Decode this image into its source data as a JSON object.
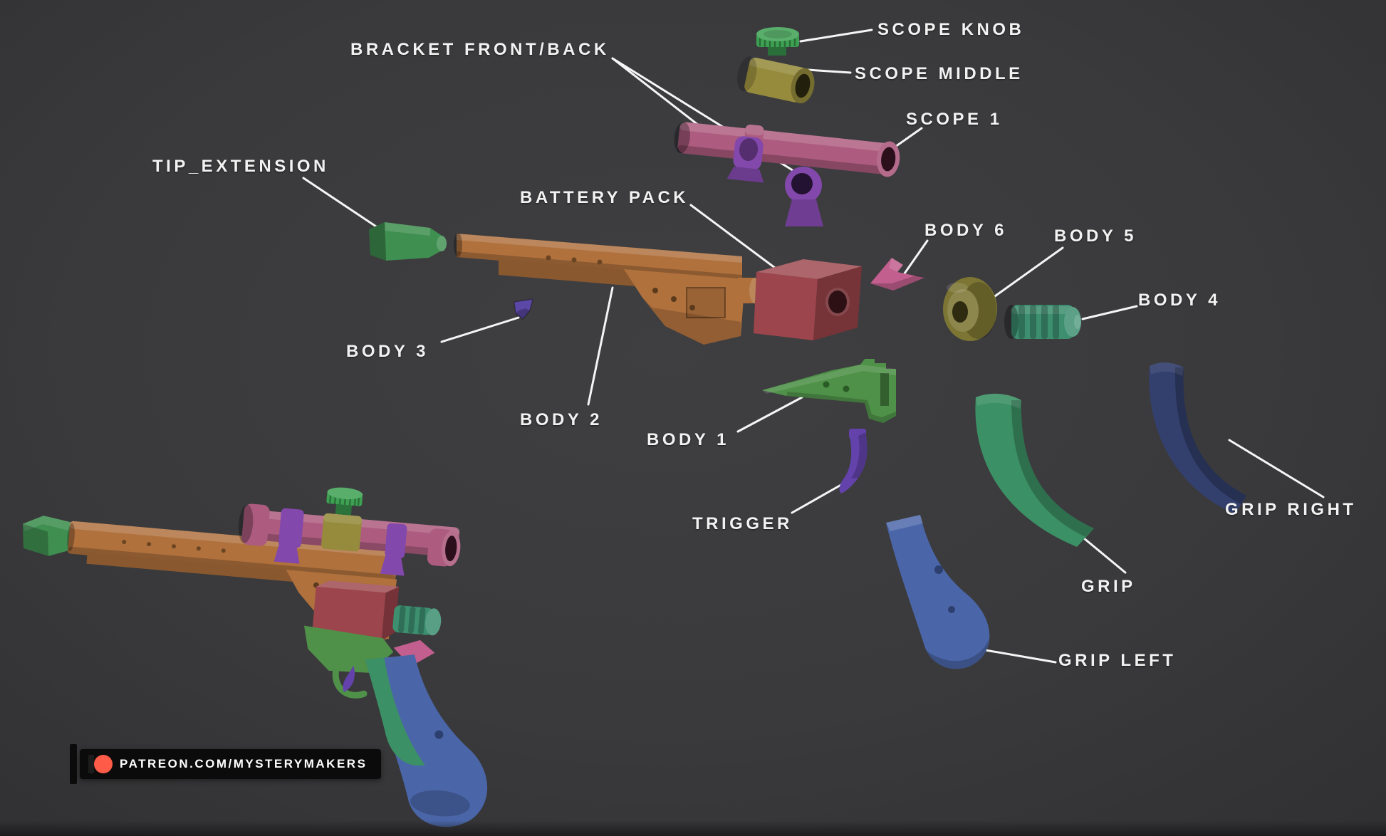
{
  "scene": {
    "watermark_text": "PATREON.COM/MYSTERYMAKERS"
  },
  "labels": {
    "bracket_front_back": "BRACKET FRONT/BACK",
    "scope_knob": "SCOPE KNOB",
    "scope_middle": "SCOPE MIDDLE",
    "scope_1": "SCOPE 1",
    "tip_extension": "TIP_EXTENSION",
    "battery_pack": "BATTERY PACK",
    "body_6": "BODY 6",
    "body_5": "BODY 5",
    "body_4": "BODY 4",
    "body_3": "BODY 3",
    "body_2": "BODY 2",
    "body_1": "BODY 1",
    "trigger": "TRIGGER",
    "grip": "GRIP",
    "grip_right": "GRIP RIGHT",
    "grip_left": "GRIP LEFT"
  },
  "colors": {
    "background": "#3a3a3c",
    "label_text": "#f2f2f2",
    "leader_line": "#f5f5f5",
    "scope_knob_green": "#3da052",
    "scope_middle_olive": "#968b3d",
    "scope_pink": "#ad5c7f",
    "bracket_purple": "#8348ac",
    "tip_green": "#3f8f50",
    "body_brown": "#b0713d",
    "battery_red": "#9c454c",
    "body6_pink": "#c25f8e",
    "body5_olive": "#7c7533",
    "body4_teal": "#3d8f70",
    "body3_purple": "#5c48a6",
    "body1_green": "#4f9148",
    "trigger_purple": "#6343ab",
    "grip_green": "#3c9065",
    "grip_right_blue": "#33406e",
    "grip_left_blue": "#4a66a8",
    "patreon_coral": "#ff5b49",
    "watermark_bg": "#0b0b0b",
    "watermark_text_color": "#ffffff"
  }
}
